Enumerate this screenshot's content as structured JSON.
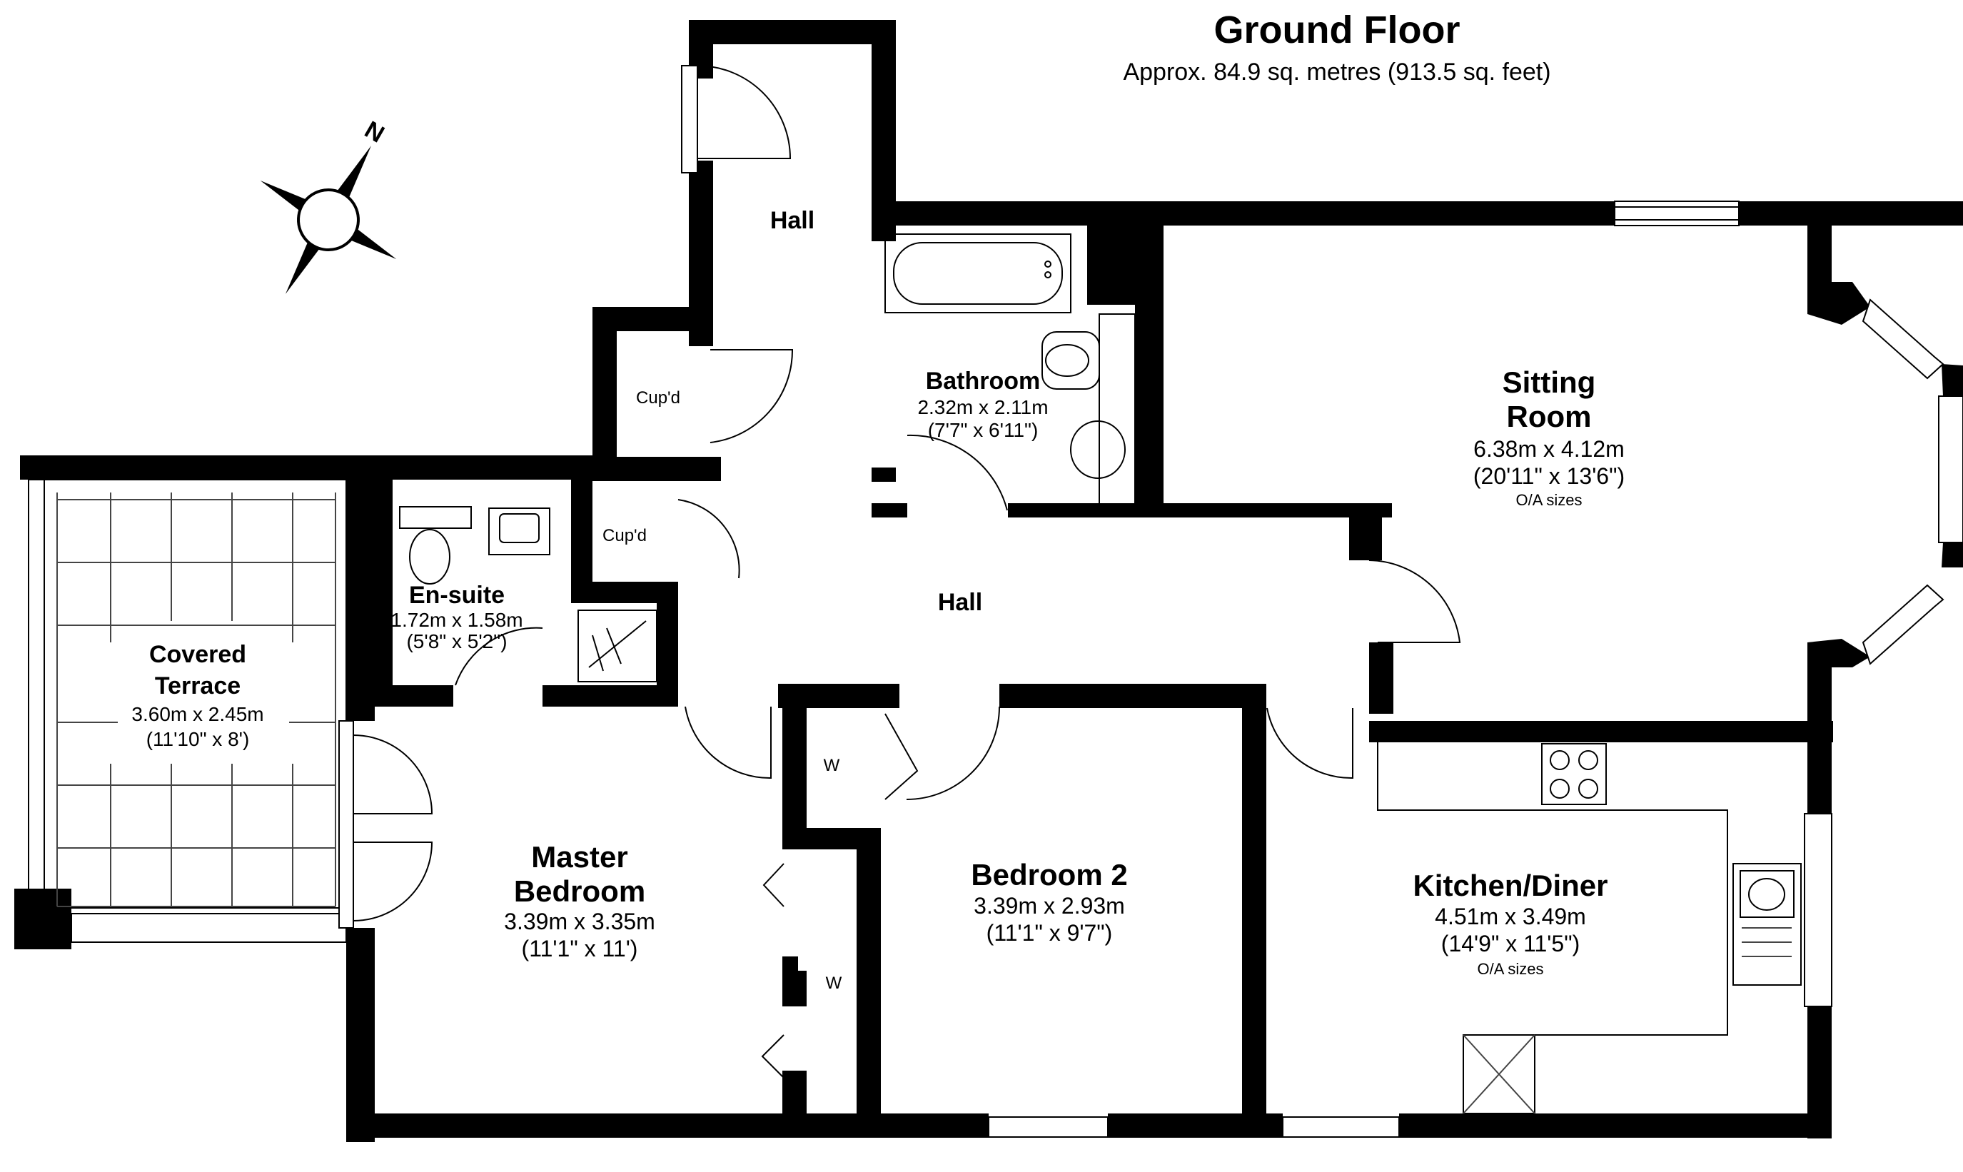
{
  "header": {
    "title": "Ground Floor",
    "area": "Approx. 84.9 sq. metres (913.5 sq. feet)"
  },
  "compass": {
    "letter": "N",
    "icon": "compass-icon"
  },
  "rooms": {
    "hall_upper": {
      "name": "Hall"
    },
    "hall_main": {
      "name": "Hall"
    },
    "cupd_upper": {
      "name": "Cup'd"
    },
    "cupd_lower": {
      "name": "Cup'd"
    },
    "bathroom": {
      "name": "Bathroom",
      "metric": "2.32m x 2.11m",
      "imperial": "(7'7\" x 6'11\")"
    },
    "sitting_room": {
      "name_line1": "Sitting",
      "name_line2": "Room",
      "metric": "6.38m x 4.12m",
      "imperial": "(20'11\" x 13'6\")",
      "note": "O/A sizes"
    },
    "ensuite": {
      "name": "En-suite",
      "metric": "1.72m x 1.58m",
      "imperial": "(5'8\" x 5'2\")"
    },
    "terrace": {
      "name_line1": "Covered",
      "name_line2": "Terrace",
      "metric": "3.60m x 2.45m",
      "imperial": "(11'10\" x 8')"
    },
    "master_bedroom": {
      "name_line1": "Master",
      "name_line2": "Bedroom",
      "metric": "3.39m x 3.35m",
      "imperial": "(11'1\" x 11')"
    },
    "bedroom2": {
      "name": "Bedroom 2",
      "metric": "3.39m x 2.93m",
      "imperial": "(11'1\" x 9'7\")"
    },
    "kitchen": {
      "name": "Kitchen/Diner",
      "metric": "4.51m x 3.49m",
      "imperial": "(14'9\" x 11'5\")",
      "note": "O/A sizes"
    },
    "wardrobe_upper": {
      "label": "W"
    },
    "wardrobe_lower": {
      "label": "W"
    }
  },
  "colors": {
    "wall": "#000000",
    "background": "#ffffff"
  }
}
